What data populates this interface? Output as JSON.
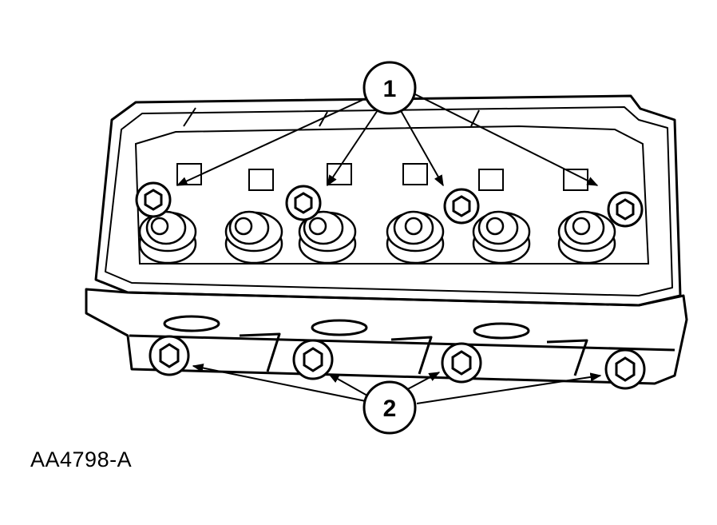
{
  "callouts": [
    {
      "number": "1"
    },
    {
      "number": "2"
    }
  ],
  "figure_id": "AA4798-A",
  "colors": {
    "line": "#000000",
    "background": "#ffffff"
  }
}
